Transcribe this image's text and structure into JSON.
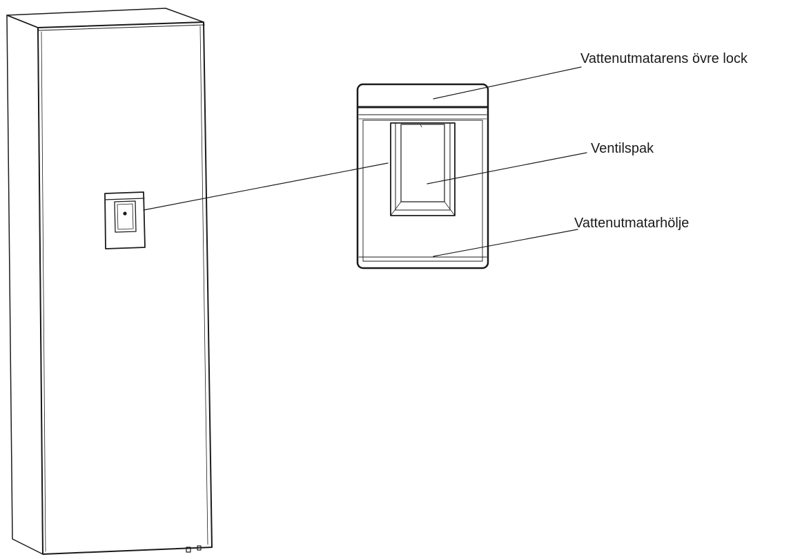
{
  "labels": {
    "top_lid": "Vattenutmatarens övre lock",
    "valve_lever": "Ventilspak",
    "dispenser_housing": "Vattenutmatarhölje"
  },
  "colors": {
    "line": "#1a1a1a",
    "background": "#ffffff"
  }
}
